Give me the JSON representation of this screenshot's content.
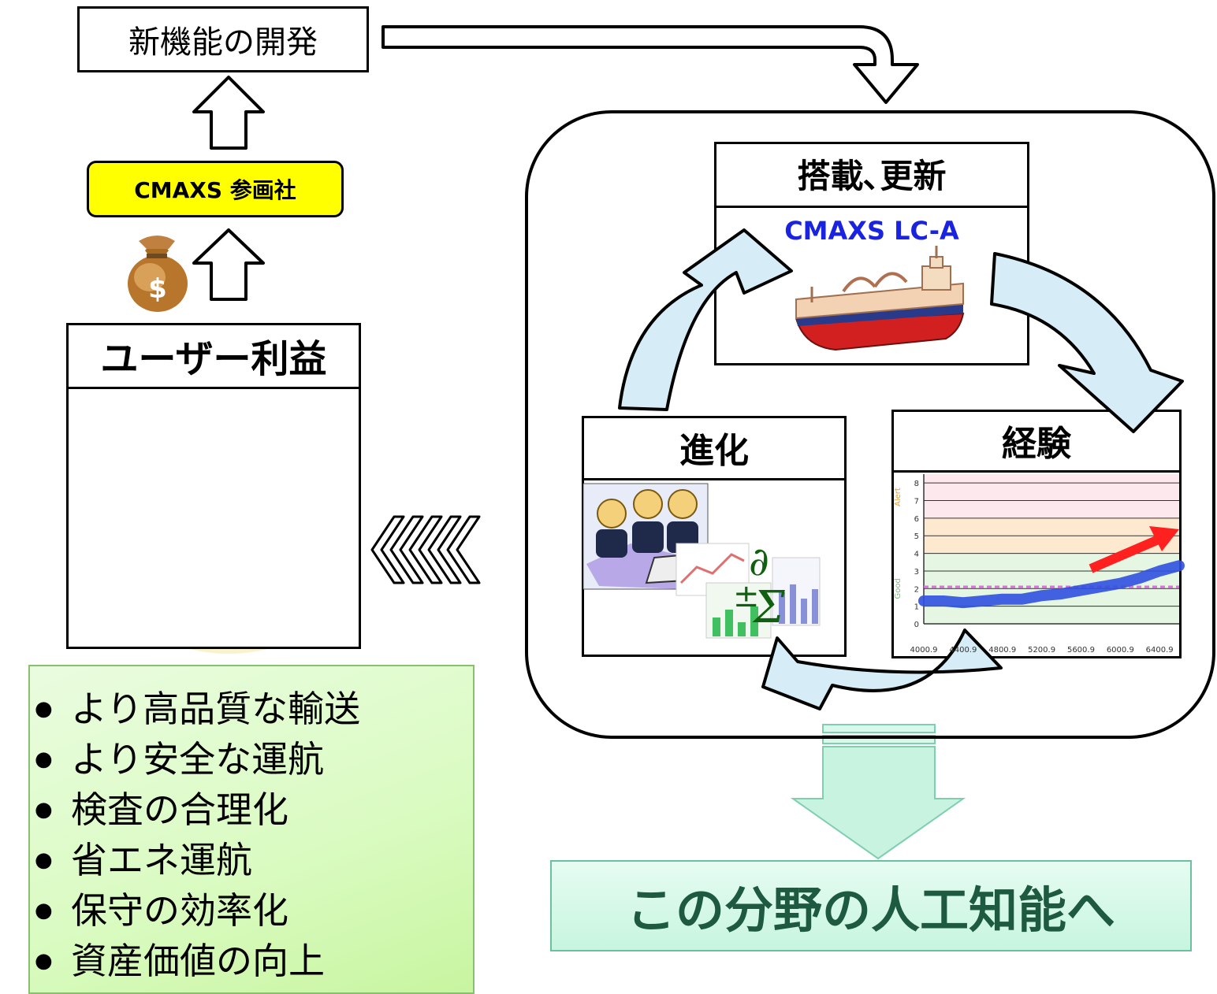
{
  "top_box": {
    "label": "新機能の開発"
  },
  "participants": {
    "label": "CMAXS 参画社"
  },
  "benefit": {
    "title": "ユーザー利益"
  },
  "benefit_list": [
    "より高品質な輸送",
    "より安全な運航",
    "検査の合理化",
    "省エネ運航",
    "保守の効率化",
    "資産価値の向上"
  ],
  "cycle": {
    "install": {
      "title": "搭載､更新",
      "product": "CMAXS LC-A"
    },
    "evolution": {
      "title": "進化"
    },
    "experience": {
      "title": "経験"
    }
  },
  "ai_target": {
    "label": "この分野の人工知能へ"
  },
  "icons": {
    "money_bag": "money-bag-icon",
    "safe": "safe-icon",
    "ship": "ship-icon",
    "engineers": "engineers-icon"
  },
  "chart_data": {
    "type": "line",
    "x_ticks": [
      "4000.9",
      "4400.9",
      "4800.9",
      "5200.9",
      "5600.9",
      "6000.9",
      "6400.9"
    ],
    "y_ticks": [
      "0",
      "1",
      "2",
      "3",
      "4",
      "5",
      "6",
      "7",
      "8"
    ],
    "band_labels": [
      "Alert",
      "Good"
    ],
    "xlim": [
      4000.9,
      6600
    ],
    "ylim": [
      0,
      8.5
    ],
    "threshold": 2.1,
    "series": [
      {
        "values_x": [
          4000.9,
          4200,
          4400.9,
          4600,
          4800.9,
          5000,
          5200.9,
          5400,
          5600.9,
          5800,
          6000.9,
          6200,
          6400.9,
          6600
        ],
        "values_y": [
          1.3,
          1.3,
          1.2,
          1.3,
          1.4,
          1.4,
          1.6,
          1.7,
          1.9,
          2.1,
          2.3,
          2.6,
          3.0,
          3.3
        ]
      }
    ],
    "colors": {
      "series": "#3050e0",
      "threshold": "#e070e0",
      "trend_arrow": "#ff2020",
      "band_alert": "#fde8ee",
      "band_warn": "#fde9cf",
      "band_good": "#e5f7e2"
    }
  }
}
